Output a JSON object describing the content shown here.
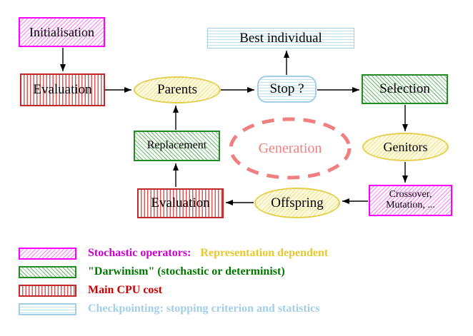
{
  "nodes": {
    "initialisation": {
      "label": "Initialisation",
      "style": "magenta-hatch"
    },
    "evaluation_top": {
      "label": "Evaluation",
      "style": "red-stripes"
    },
    "parents": {
      "label": "Parents",
      "style": "yellow-ellipse"
    },
    "best_individual": {
      "label": "Best individual",
      "style": "cyan-stripes"
    },
    "stop": {
      "label": "Stop ?",
      "style": "cyan-stripes"
    },
    "selection": {
      "label": "Selection",
      "style": "green-hatch"
    },
    "replacement": {
      "label": "Replacement",
      "style": "green-hatch"
    },
    "generation": {
      "label": "Generation",
      "style": "salmon-dashed-ellipse"
    },
    "genitors": {
      "label": "Genitors",
      "style": "yellow-ellipse"
    },
    "evaluation_bottom": {
      "label": "Evaluation",
      "style": "red-stripes"
    },
    "offspring": {
      "label": "Offspring",
      "style": "yellow-ellipse"
    },
    "crossover_mutation": {
      "line1": "Crossover,",
      "line2": "Mutation, ...",
      "style": "magenta-hatch"
    }
  },
  "legend": {
    "items": [
      {
        "pattern": "magenta-diagonal-hatch",
        "label": "Stochastic operators:",
        "label_color": "#cc00cc",
        "label2": "Representation dependent",
        "label2_color": "#e8c832"
      },
      {
        "pattern": "green-diagonal-hatch",
        "label": "\"Darwinism\" (stochastic or determinist)",
        "label_color": "#007700"
      },
      {
        "pattern": "red-vertical-stripes",
        "label": "Main CPU cost",
        "label_color": "#cc0000"
      },
      {
        "pattern": "cyan-horizontal-stripes",
        "label": "Checkpointing: stopping criterion and statistics",
        "label_color": "#a3cfe6"
      }
    ]
  },
  "colors": {
    "magenta_border": "#ff00ff",
    "magenta_hatch": "#ff7dff",
    "red_border": "#c02a2a",
    "red_stripe": "#d65c5c",
    "green_border": "#228b22",
    "green_hatch": "#6cb86c",
    "cyan_border": "#a3cfe6",
    "cyan_stripe": "#bfe2f2",
    "yellow_border": "#e4cf4e",
    "yellow_hatch": "#f0df7a",
    "yellow_fill": "#fffce8",
    "salmon": "#f08080",
    "arrow": "#000000",
    "background": "#ffffff"
  }
}
